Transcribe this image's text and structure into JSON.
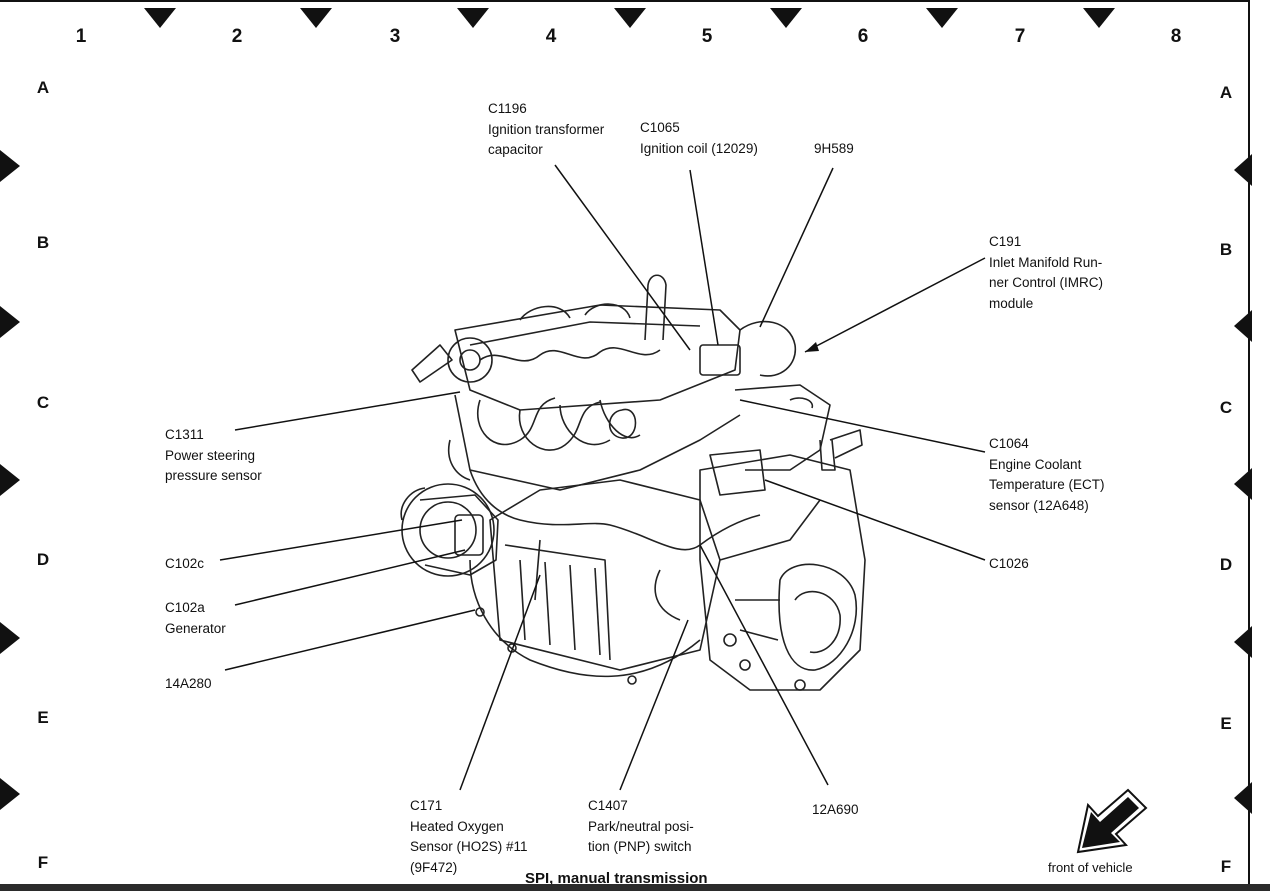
{
  "grid": {
    "columns": [
      "1",
      "2",
      "3",
      "4",
      "5",
      "6",
      "7",
      "8"
    ],
    "rows": [
      "A",
      "B",
      "C",
      "D",
      "E",
      "F"
    ]
  },
  "callouts": {
    "c1196": [
      "C1196",
      "Ignition transformer",
      "capacitor"
    ],
    "c1065": [
      "C1065",
      "Ignition coil (12029)"
    ],
    "9h589": [
      "9H589"
    ],
    "c191": [
      "C191",
      "Inlet Manifold Run-",
      "ner Control (IMRC)",
      "module"
    ],
    "c1311": [
      "C1311",
      "Power steering",
      "pressure sensor"
    ],
    "c1064": [
      "C1064",
      "Engine Coolant",
      "Temperature (ECT)",
      "sensor (12A648)"
    ],
    "c102c": [
      "C102c"
    ],
    "c1026": [
      "C1026"
    ],
    "c102a": [
      "C102a",
      "Generator"
    ],
    "14a280": [
      "14A280"
    ],
    "c171": [
      "C171",
      "Heated Oxygen",
      "Sensor (HO2S) #11",
      "(9F472)"
    ],
    "c1407": [
      "C1407",
      "Park/neutral posi-",
      "tion (PNP) switch"
    ],
    "12a690": [
      "12A690"
    ]
  },
  "front_label": "front of vehicle",
  "caption": "SPI, manual transmission",
  "colors": {
    "ink": "#111111",
    "paper": "#ffffff"
  }
}
